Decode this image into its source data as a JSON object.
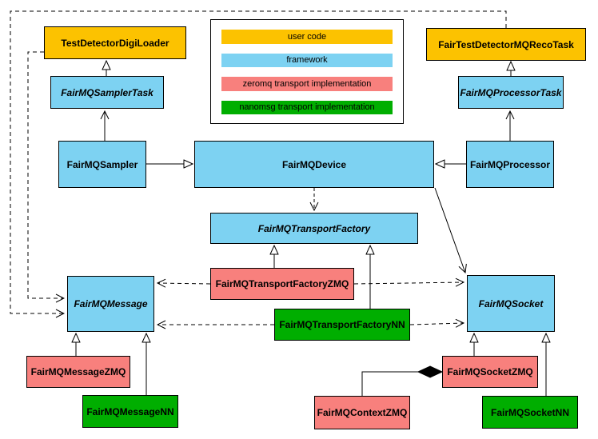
{
  "diagram": {
    "colors": {
      "user_code": "#FCC200",
      "framework": "#7DD2F2",
      "zeromq": "#F8807D",
      "nanomsg": "#00AE00",
      "line": "#000000",
      "background": "#FFFFFF"
    },
    "legend": {
      "items": [
        {
          "label": "user code",
          "color": "#FCC200"
        },
        {
          "label": "framework",
          "color": "#7DD2F2"
        },
        {
          "label": "zeromq transport implementation",
          "color": "#F8807D"
        },
        {
          "label": "nanomsg transport implementation",
          "color": "#00AE00"
        }
      ]
    },
    "nodes": {
      "test_detector_digi_loader": {
        "label": "TestDetectorDigiLoader",
        "category": "user code",
        "abstract": false
      },
      "fair_test_detector_mq_reco_task": {
        "label": "FairTestDetectorMQRecoTask",
        "category": "user code",
        "abstract": false
      },
      "fairmq_sampler_task": {
        "label": "FairMQSamplerTask",
        "category": "framework",
        "abstract": true
      },
      "fairmq_processor_task": {
        "label": "FairMQProcessorTask",
        "category": "framework",
        "abstract": true
      },
      "fairmq_sampler": {
        "label": "FairMQSampler",
        "category": "framework",
        "abstract": false
      },
      "fairmq_device": {
        "label": "FairMQDevice",
        "category": "framework",
        "abstract": false
      },
      "fairmq_processor": {
        "label": "FairMQProcessor",
        "category": "framework",
        "abstract": false
      },
      "fairmq_transport_factory": {
        "label": "FairMQTransportFactory",
        "category": "framework",
        "abstract": true
      },
      "fairmq_transport_factory_zmq": {
        "label": "FairMQTransportFactoryZMQ",
        "category": "zeromq",
        "abstract": false
      },
      "fairmq_transport_factory_nn": {
        "label": "FairMQTransportFactoryNN",
        "category": "nanomsg",
        "abstract": false
      },
      "fairmq_message": {
        "label": "FairMQMessage",
        "category": "framework",
        "abstract": true
      },
      "fairmq_socket": {
        "label": "FairMQSocket",
        "category": "framework",
        "abstract": true
      },
      "fairmq_message_zmq": {
        "label": "FairMQMessageZMQ",
        "category": "zeromq",
        "abstract": false
      },
      "fairmq_message_nn": {
        "label": "FairMQMessageNN",
        "category": "nanomsg",
        "abstract": false
      },
      "fairmq_socket_zmq": {
        "label": "FairMQSocketZMQ",
        "category": "zeromq",
        "abstract": false
      },
      "fairmq_context_zmq": {
        "label": "FairMQContextZMQ",
        "category": "zeromq",
        "abstract": false
      },
      "fairmq_socket_nn": {
        "label": "FairMQSocketNN",
        "category": "nanomsg",
        "abstract": false
      }
    },
    "edges": [
      {
        "from": "FairMQSamplerTask",
        "to": "TestDetectorDigiLoader",
        "type": "generalization-hollow-triangle"
      },
      {
        "from": "FairMQProcessorTask",
        "to": "FairTestDetectorMQRecoTask",
        "type": "generalization-hollow-triangle"
      },
      {
        "from": "FairMQSampler",
        "to": "FairMQDevice",
        "type": "generalization-hollow-triangle"
      },
      {
        "from": "FairMQProcessor",
        "to": "FairMQDevice",
        "type": "generalization-hollow-triangle"
      },
      {
        "from": "FairMQSampler",
        "to": "FairMQSamplerTask",
        "type": "association-open-arrow"
      },
      {
        "from": "FairMQProcessor",
        "to": "FairMQProcessorTask",
        "type": "association-open-arrow"
      },
      {
        "from": "FairMQDevice",
        "to": "FairMQSocket",
        "type": "association-open-arrow"
      },
      {
        "from": "FairMQDevice",
        "to": "FairMQTransportFactory",
        "type": "dependency-dashed"
      },
      {
        "from": "FairMQTransportFactoryZMQ",
        "to": "FairMQTransportFactory",
        "type": "generalization-hollow-triangle"
      },
      {
        "from": "FairMQTransportFactoryNN",
        "to": "FairMQTransportFactory",
        "type": "generalization-hollow-triangle"
      },
      {
        "from": "FairMQTransportFactoryZMQ",
        "to": "FairMQMessage",
        "type": "dependency-dashed"
      },
      {
        "from": "FairMQTransportFactoryZMQ",
        "to": "FairMQSocket",
        "type": "dependency-dashed"
      },
      {
        "from": "FairMQTransportFactoryNN",
        "to": "FairMQMessage",
        "type": "dependency-dashed"
      },
      {
        "from": "FairMQTransportFactoryNN",
        "to": "FairMQSocket",
        "type": "dependency-dashed"
      },
      {
        "from": "TestDetectorDigiLoader",
        "to": "FairMQMessage",
        "type": "dependency-dashed"
      },
      {
        "from": "FairTestDetectorMQRecoTask",
        "to": "FairMQMessage",
        "type": "dependency-dashed"
      },
      {
        "from": "FairMQMessageZMQ",
        "to": "FairMQMessage",
        "type": "generalization-hollow-triangle"
      },
      {
        "from": "FairMQMessageNN",
        "to": "FairMQMessage",
        "type": "generalization-hollow-triangle"
      },
      {
        "from": "FairMQSocketZMQ",
        "to": "FairMQSocket",
        "type": "generalization-hollow-triangle"
      },
      {
        "from": "FairMQSocketNN",
        "to": "FairMQSocket",
        "type": "generalization-hollow-triangle"
      },
      {
        "from": "FairMQSocketZMQ",
        "to": "FairMQContextZMQ",
        "type": "composition-filled-diamond"
      }
    ]
  }
}
